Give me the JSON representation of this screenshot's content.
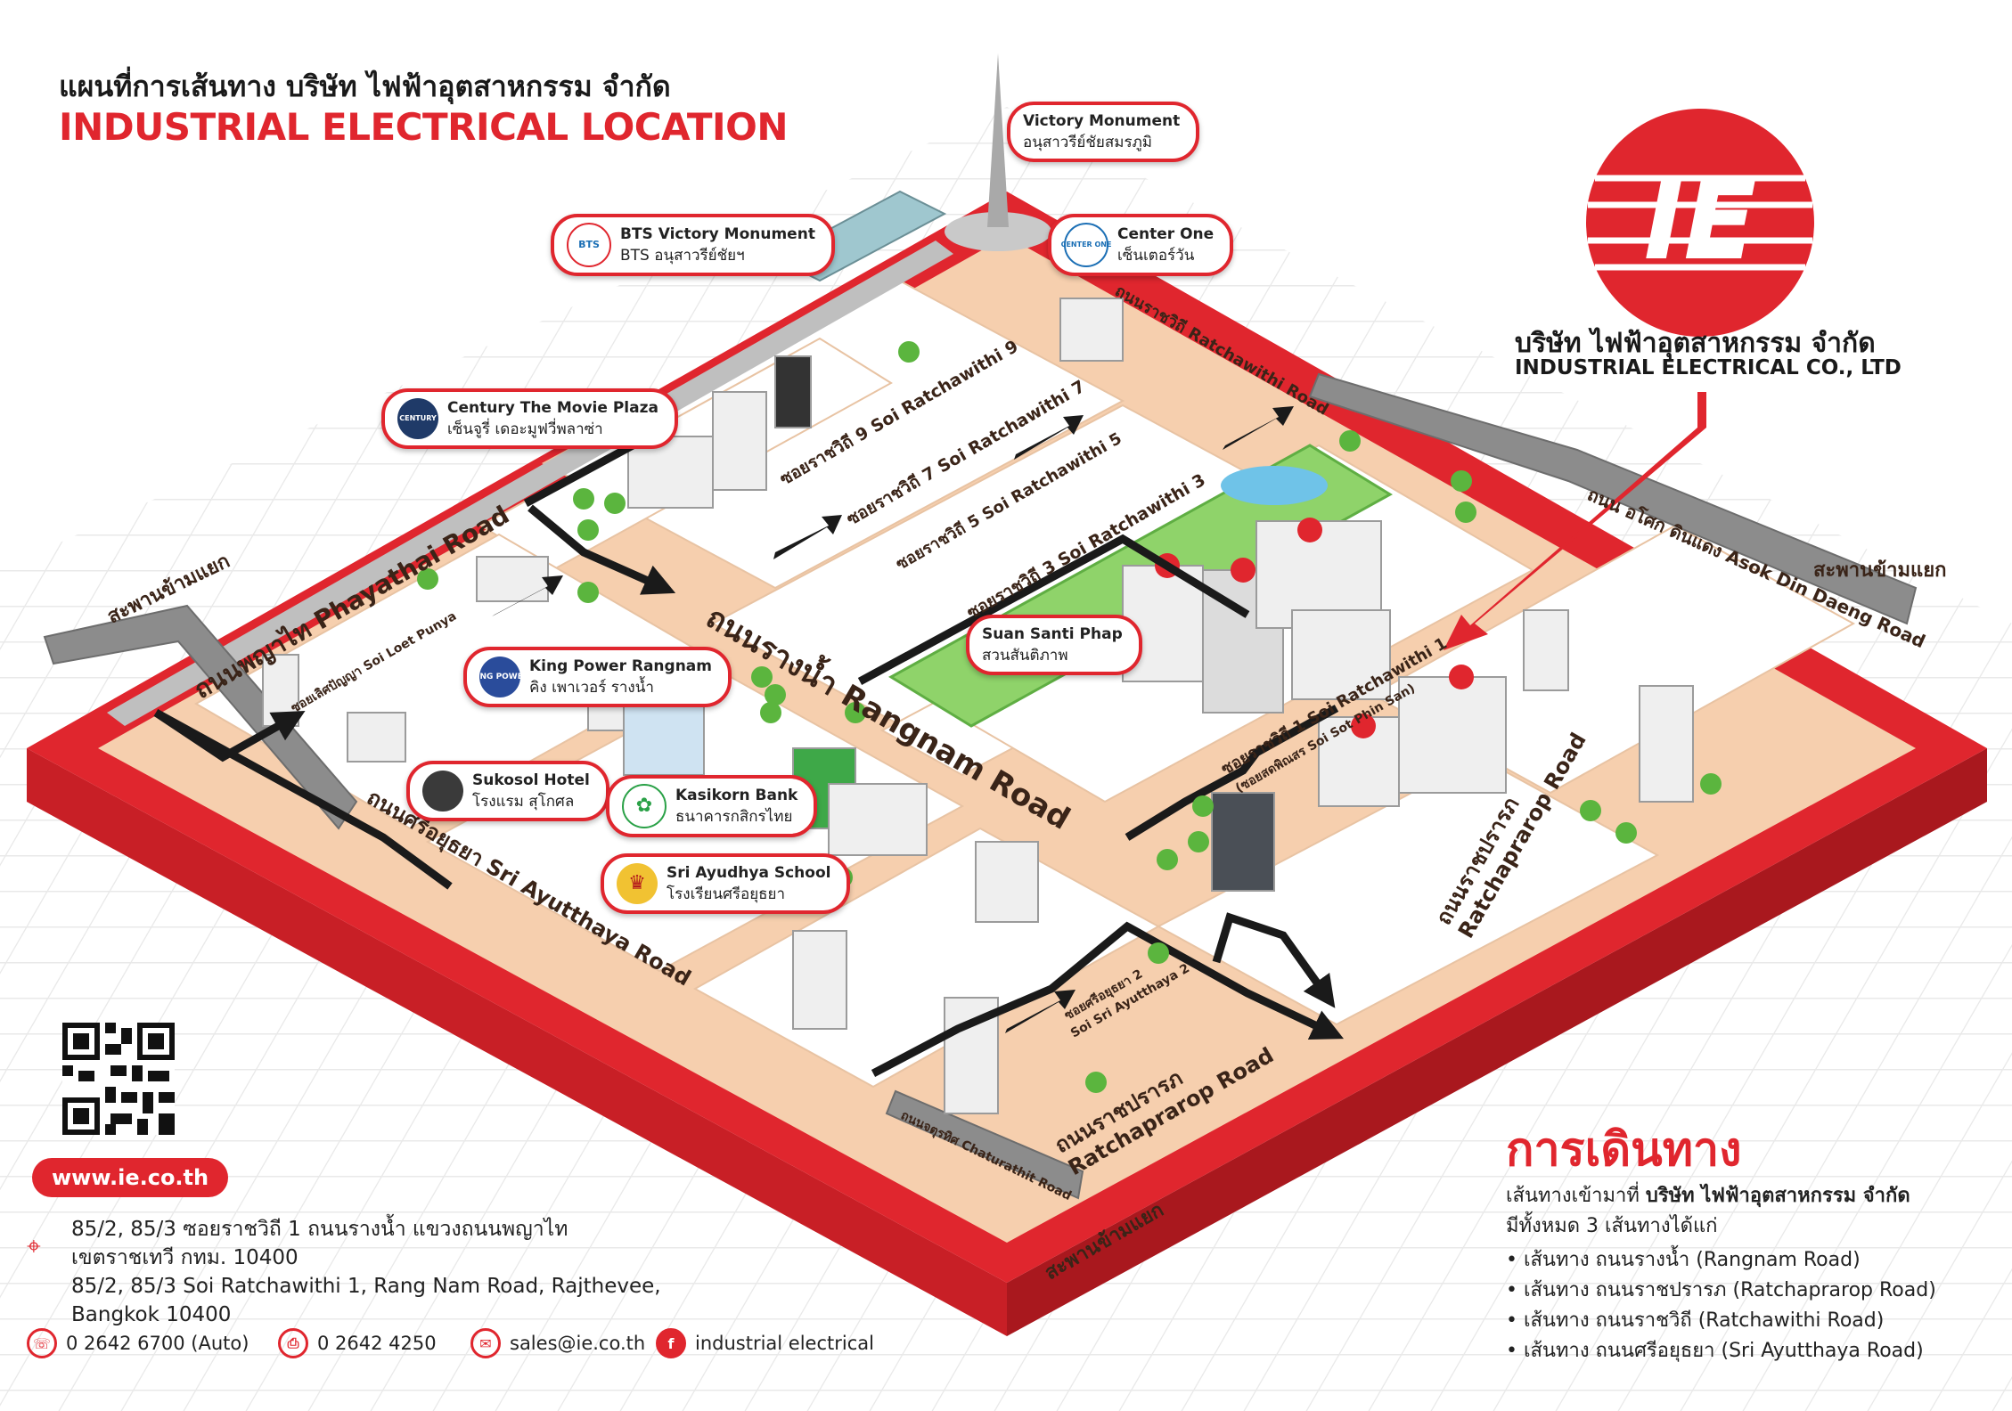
{
  "header": {
    "title_th": "แผนที่การเส้นทาง บริษัท ไฟฟ้าอุตสาหกรรม จำกัด",
    "title_en": "INDUSTRIAL ELECTRICAL LOCATION"
  },
  "company": {
    "logo_text": "IE",
    "name_th": "บริษัท ไฟฟ้าอุตสาหกรรม จำกัด",
    "name_en": "INDUSTRIAL ELECTRICAL CO., LTD"
  },
  "landmarks": {
    "victory_monument": {
      "en": "Victory Monument",
      "th": "อนุสาวรีย์ชัยสมรภูมิ"
    },
    "bts": {
      "en": "BTS Victory Monument",
      "th": "BTS อนุสาวรีย์ชัยฯ",
      "logo": "BTS"
    },
    "center_one": {
      "en": "Center One",
      "th": "เซ็นเตอร์วัน",
      "logo": "CENTER ONE"
    },
    "century": {
      "en": "Century The Movie Plaza",
      "th": "เซ็นจูรี่ เดอะมูฟวี่พลาซ่า",
      "logo": "CENTURY"
    },
    "king_power": {
      "en": "King Power Rangnam",
      "th": "คิง เพาเวอร์ รางน้ำ",
      "logo": "KING POWER"
    },
    "sukosol": {
      "en": "Sukosol Hotel",
      "th": "โรงแรม สุโกศล"
    },
    "kasikorn": {
      "en": "Kasikorn Bank",
      "th": "ธนาคารกสิกรไทย"
    },
    "sri_ayudhya": {
      "en": "Sri Ayudhya School",
      "th": "โรงเรียนศรีอยุธยา"
    },
    "suan_santi": {
      "en": "Suan Santi Phap",
      "th": "สวนสันติภาพ"
    }
  },
  "roads": {
    "ratchawithi": "ถนนราชวิถี Ratchawithi Road",
    "soi9": "ซอยราชวิถี 9 Soi Ratchawithi 9",
    "soi7": "ซอยราชวิถี 7 Soi Ratchawithi 7",
    "soi5": "ซอยราชวิถี 5  Soi Ratchawithi 5",
    "soi3": "ซอยราชวิถี 3 Soi Ratchawithi 3",
    "soi1": "ซอยราชวิถี 1 Soi Ratchawithi 1",
    "soi1_alt": "(ซอยสดพิณสร Soi Sot Phin San)",
    "phayathai": "ถนนพญาไท Phayathai Road",
    "rangnam": "ถนนรางน้ำ Rangnam Road",
    "soi_loet_punya": "ซอยเลิศปัญญา Soi Loet Punya",
    "sri_ayutthaya": "ถนนศรีอยุธยา Sri Ayutthaya Road",
    "soi_sri_ayutthaya2_th": "ซอยศรีอยุธยา 2",
    "soi_sri_ayutthaya2_en": "Soi Sri Ayutthaya 2",
    "ratchaprarop_th": "ถนนราชปรารภ",
    "ratchaprarop_en": "Ratchaprarop Road",
    "asok": "ถนน อโศก ดินแดง Asok Din Daeng Road",
    "chaturathit": "ถนนจตุรทิศ Chaturathit Road",
    "flyover": "สะพานข้ามแยก"
  },
  "contact": {
    "website": "www.ie.co.th",
    "address_th_1": "85/2, 85/3 ซอยราชวิถี 1 ถนนรางน้ำ แขวงถนนพญาไท",
    "address_th_2": "เขตราชเทวี กทม. 10400",
    "address_en_1": "85/2, 85/3 Soi Ratchawithi 1, Rang Nam Road, Rajthevee,",
    "address_en_2": "Bangkok 10400",
    "phone": "0 2642 6700 (Auto)",
    "fax": "0 2642 4250",
    "email": "sales@ie.co.th",
    "facebook": "industrial electrical"
  },
  "directions": {
    "title": "การเดินทาง",
    "intro_1": "เส้นทางเข้ามาที่",
    "intro_company": "บริษัท ไฟฟ้าอุตสาหกรรม จำกัด",
    "intro_2": "มีทั้งหมด 3 เส้นทางได้แก่",
    "routes": [
      "เส้นทาง ถนนรางน้ำ (Rangnam Road)",
      "เส้นทาง ถนนราชปรารภ (Ratchaprarop Road)",
      "เส้นทาง ถนนราชวิถี (Ratchawithi Road)",
      "เส้นทาง ถนนศรีอยุธยา (Sri Ayutthaya Road)"
    ]
  },
  "colors": {
    "brand_red": "#e0262e",
    "road_fill": "#f6cfae",
    "block_fill": "#ffffff",
    "park_green": "#8fd36a",
    "route_line": "#1a1a1a"
  },
  "icons": [
    "location-pin-icon",
    "phone-icon",
    "fax-icon",
    "email-icon",
    "facebook-icon",
    "qr-code-icon"
  ]
}
